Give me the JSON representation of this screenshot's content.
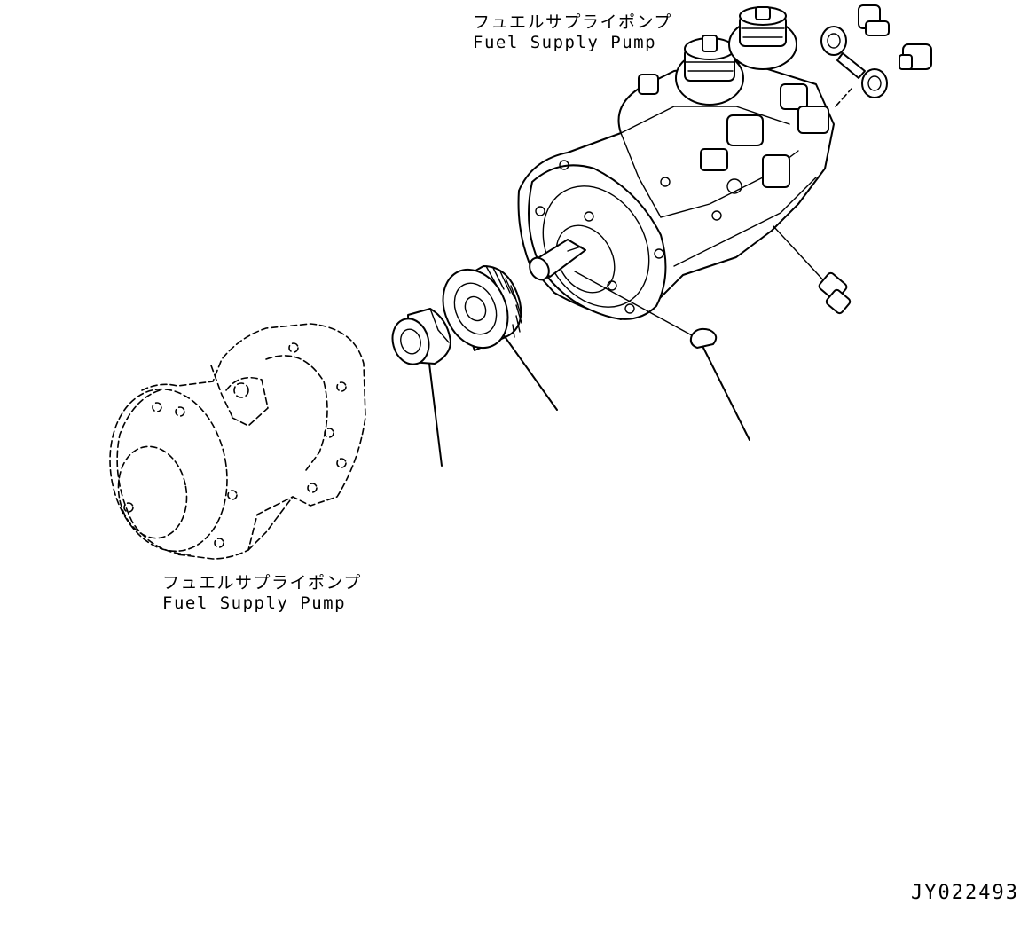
{
  "labels": {
    "top_pump": {
      "jp": "フュエルサプライポンプ",
      "en": "Fuel Supply Pump"
    },
    "bottom_pump": {
      "jp": "フュエルサプライポンプ",
      "en": "Fuel Supply Pump"
    }
  },
  "drawing_code": "JY022493",
  "parts": [
    "fuel-supply-pump-upper",
    "fuel-supply-pump-lower",
    "flange-nut",
    "drive-gear",
    "woodruff-key",
    "mounting-bolt"
  ]
}
